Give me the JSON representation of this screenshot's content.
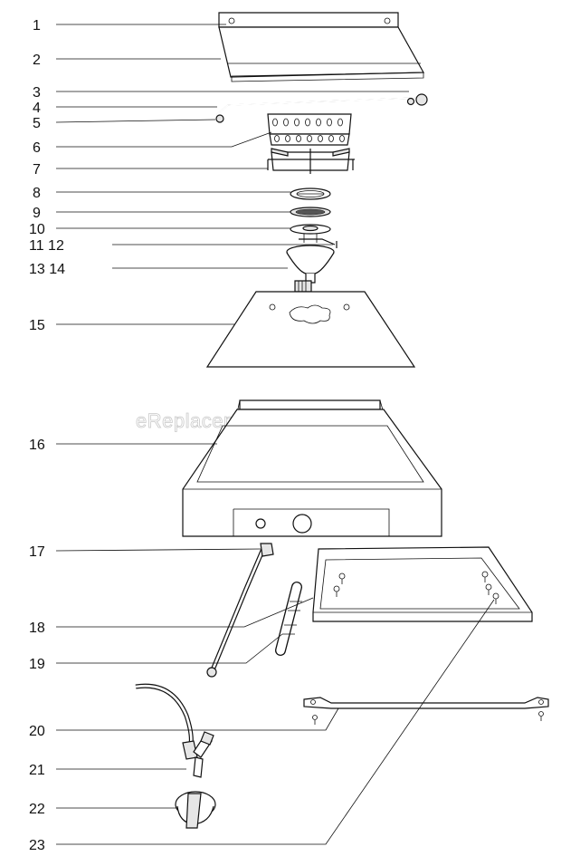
{
  "watermark": "eReplacementParts.com",
  "callouts": [
    {
      "label": "1"
    },
    {
      "label": "2"
    },
    {
      "label": "3"
    },
    {
      "label": "4"
    },
    {
      "label": "5"
    },
    {
      "label": "6"
    },
    {
      "label": "7"
    },
    {
      "label": "8"
    },
    {
      "label": "9"
    },
    {
      "label": "10"
    },
    {
      "label": "11 12"
    },
    {
      "label": "13 14"
    },
    {
      "label": "15"
    },
    {
      "label": "16"
    },
    {
      "label": "17"
    },
    {
      "label": "18"
    },
    {
      "label": "19"
    },
    {
      "label": "20"
    },
    {
      "label": "21"
    },
    {
      "label": "22"
    },
    {
      "label": "23"
    }
  ]
}
